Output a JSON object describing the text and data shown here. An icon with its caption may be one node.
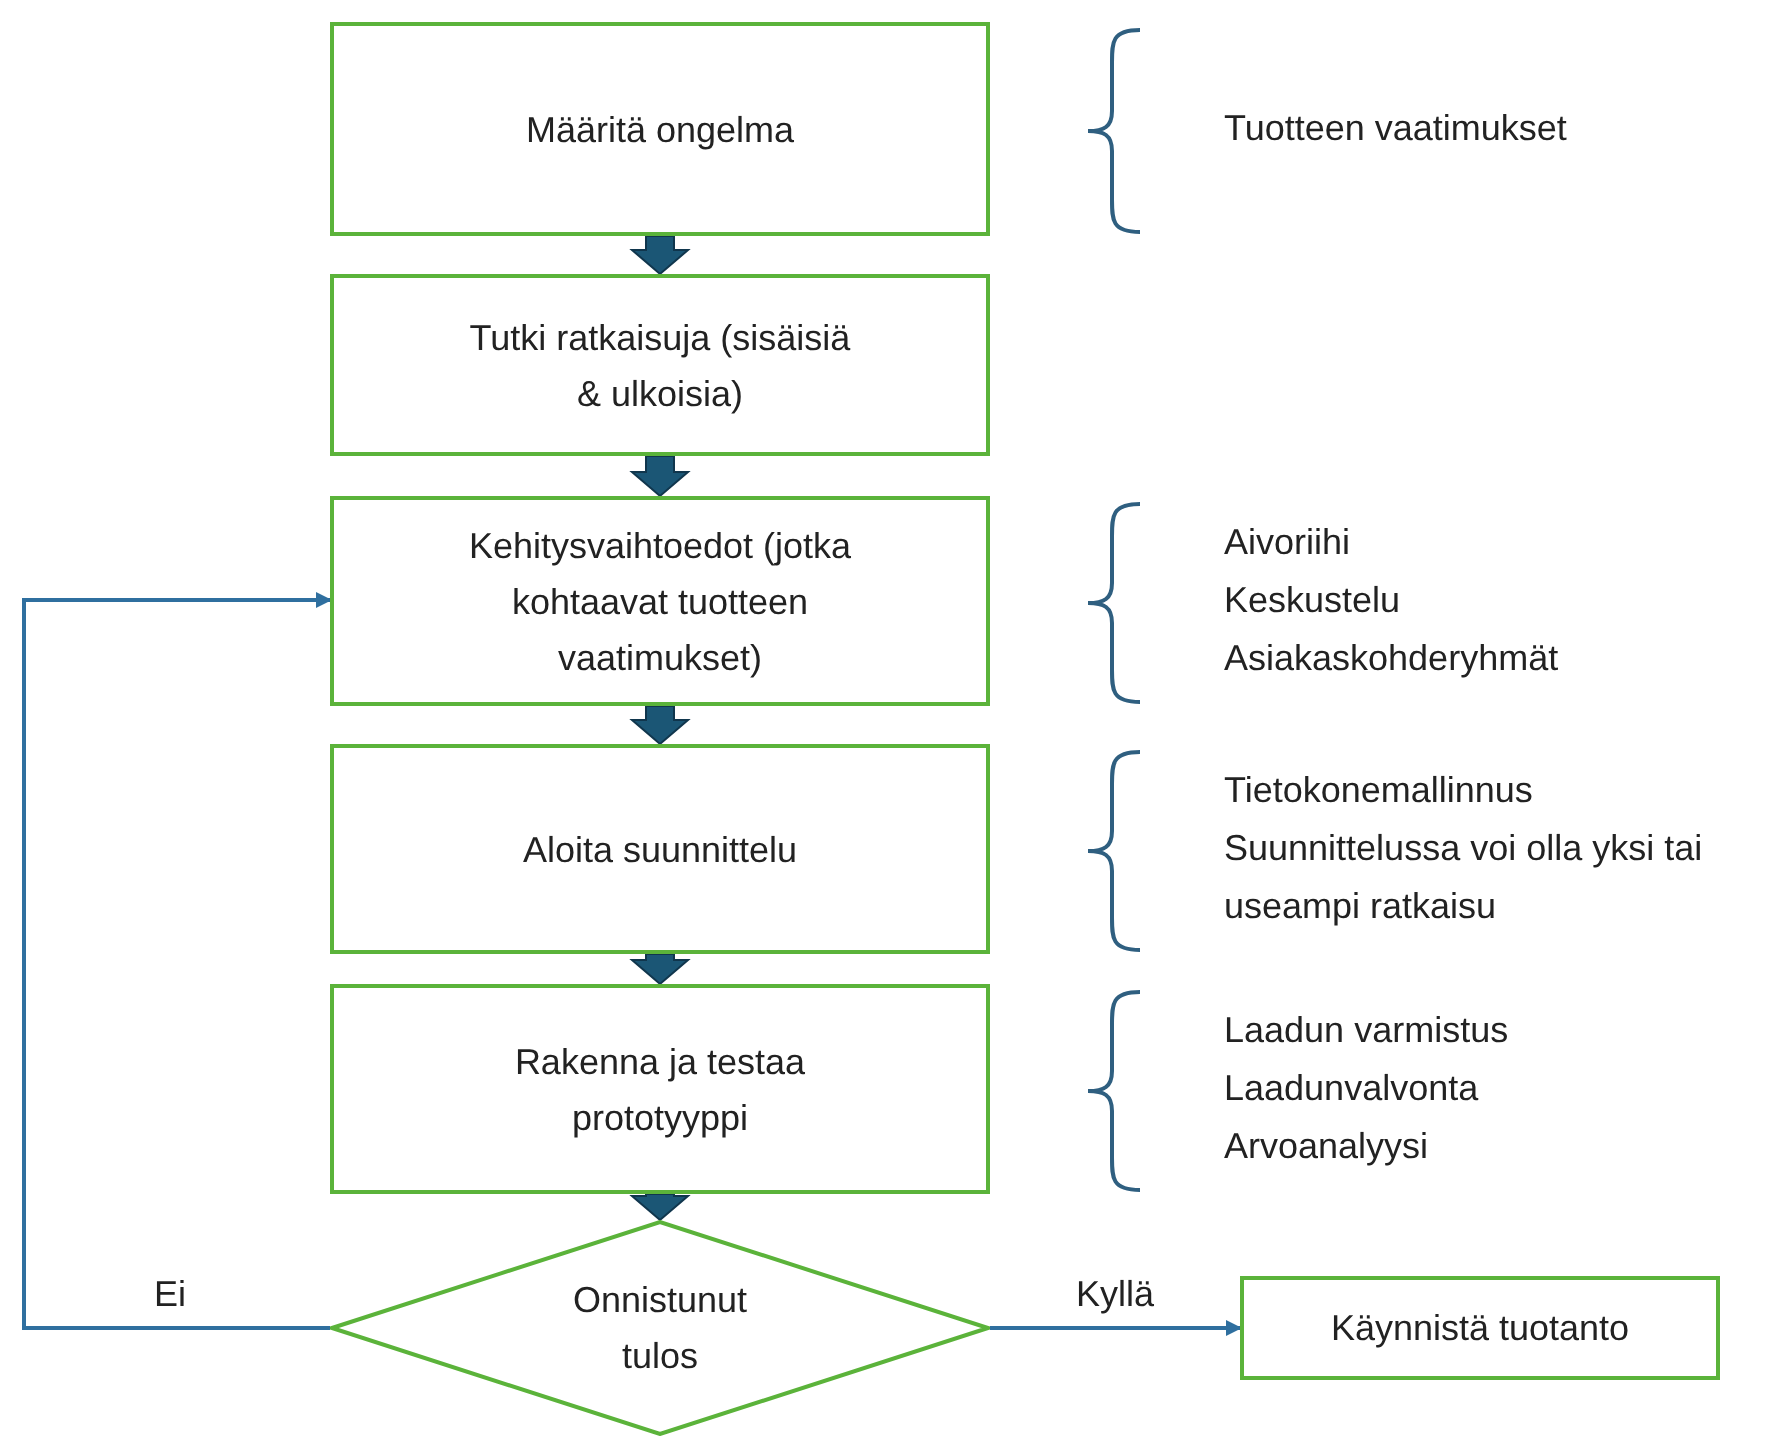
{
  "diagram": {
    "nodes": [
      {
        "text": [
          "Määritä ongelma"
        ]
      },
      {
        "text": [
          "Tutki ratkaisuja (sisäisiä & ulkoisia)"
        ]
      },
      {
        "text": [
          "Kehitysvaihtoedot (jotka kohtaavat tuotteen vaatimukset)"
        ]
      },
      {
        "text": [
          "Aloita suunnittelu"
        ]
      },
      {
        "text": [
          "Rakenna ja testaa prototyyppi"
        ]
      },
      {
        "text": [
          "Onnistunut tulos"
        ]
      },
      {
        "text": [
          "Käynnistä tuotanto"
        ]
      }
    ],
    "edges": [
      {
        "from": 0,
        "to": 1,
        "arrow": "to",
        "style": "thick"
      },
      {
        "from": 1,
        "to": 2,
        "arrow": "to",
        "style": "thick"
      },
      {
        "from": 2,
        "to": 3,
        "arrow": "to",
        "style": "thick"
      },
      {
        "from": 3,
        "to": 4,
        "arrow": "to",
        "style": "thick"
      },
      {
        "from": 4,
        "to": 5,
        "arrow": "to",
        "style": "thick"
      },
      {
        "from": 5,
        "to": 6,
        "arrow": "to",
        "label": "Kyllä",
        "color": "#2f6f9f"
      },
      {
        "from": 5,
        "to": 2,
        "arrow": "to",
        "label": "Ei",
        "color": "#2f6f9f"
      }
    ],
    "labels": [
      "Tuotteen vaatimukset",
      "Aivoriihi",
      "Keskustelu",
      "Asiakaskohderyhmät",
      "Tietokonemallinnus",
      "Suunnittelussa voi olla yksi tai useampi ratkaisu",
      "Laadun varmistus",
      "Laadunvalvonta",
      "Arvoanalyysi"
    ]
  }
}
